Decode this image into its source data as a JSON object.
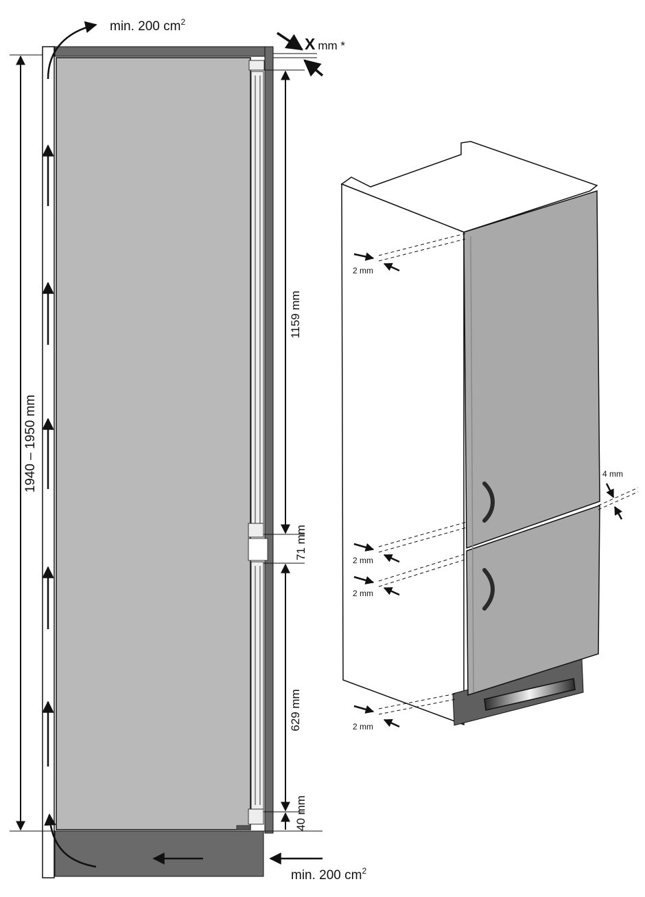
{
  "left_view": {
    "vent_top": {
      "text": "min. 200 cm",
      "sup": "2"
    },
    "vent_bottom": {
      "text": "min. 200 cm",
      "sup": "2"
    },
    "gap": {
      "symbol": "X",
      "unit": "mm *"
    },
    "height_total": "1940 – 1950 mm",
    "dim_upper": "1159 mm",
    "dim_middle": "71 mm",
    "dim_lower": "629 mm",
    "dim_bottom": "40 mm"
  },
  "right_view": {
    "gap_top_left": "2 mm",
    "gap_mid_left_1": "2 mm",
    "gap_mid_left_2": "2 mm",
    "gap_bottom_left": "2 mm",
    "gap_doors_right": "4 mm"
  },
  "colors": {
    "panel_gray": "#b9b9b9",
    "cabinet_dark": "#6a6a6a",
    "door_gray": "#a9a9a9",
    "line": "#111111"
  }
}
